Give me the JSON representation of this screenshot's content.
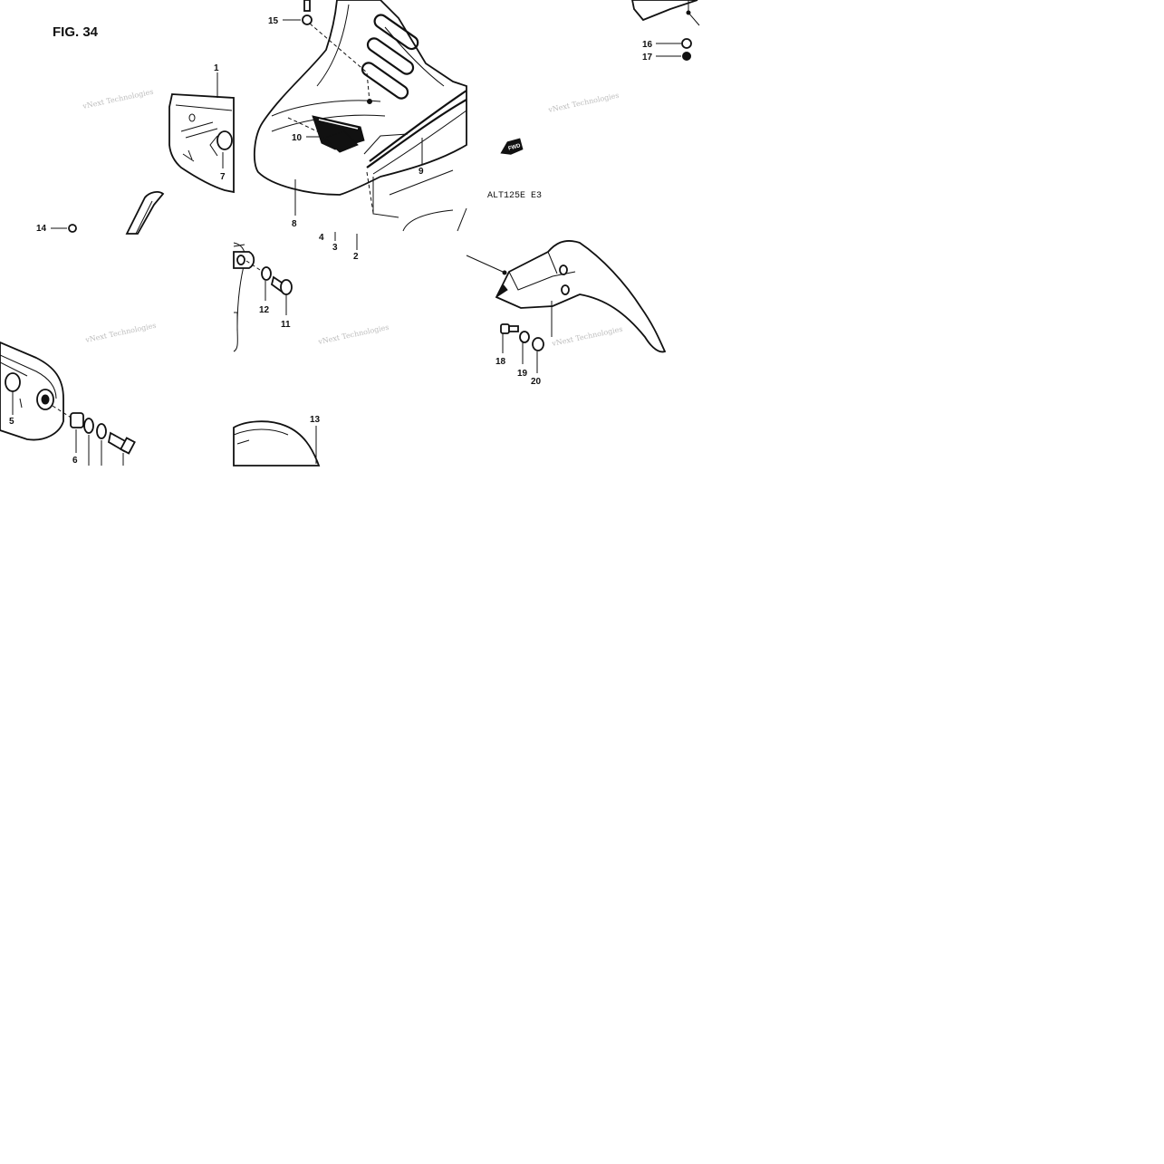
{
  "figure": {
    "title": "FIG. 34",
    "model_code": "ALT125E E3"
  },
  "fwd_arrow": {
    "label": "FWD"
  },
  "watermark": {
    "text": "vNext Technologies"
  },
  "callouts": [
    "1",
    "2",
    "3",
    "4",
    "5",
    "6",
    "7",
    "8",
    "9",
    "10",
    "11",
    "12",
    "13",
    "14",
    "15",
    "16",
    "17",
    "18",
    "19",
    "20"
  ]
}
